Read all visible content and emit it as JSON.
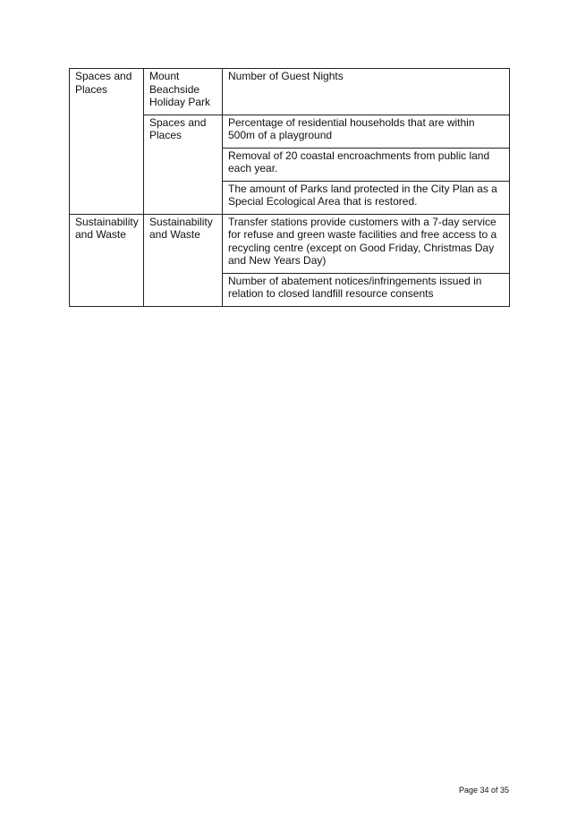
{
  "table": {
    "groups": [
      {
        "activity": "Spaces and Places",
        "subgroups": [
          {
            "service": "Mount Beachside Holiday Park",
            "measures": [
              "Number of Guest Nights"
            ]
          },
          {
            "service": "Spaces and Places",
            "measures": [
              "Percentage of residential households that are within 500m of a playground",
              "Removal of 20 coastal encroachments from public land each year.",
              "The amount of Parks land protected in the City Plan as a Special Ecological Area that is restored."
            ]
          }
        ]
      },
      {
        "activity": "Sustainability and Waste",
        "subgroups": [
          {
            "service": "Sustainability and Waste",
            "measures": [
              "Transfer stations provide customers with a 7-day service for refuse and green waste facilities and free access to a recycling centre (except on Good Friday, Christmas Day and New Years Day)",
              "Number of abatement notices/infringements issued in relation to closed landfill resource consents"
            ]
          }
        ]
      }
    ]
  },
  "footer": {
    "page_label": "Page 34 of 35"
  }
}
